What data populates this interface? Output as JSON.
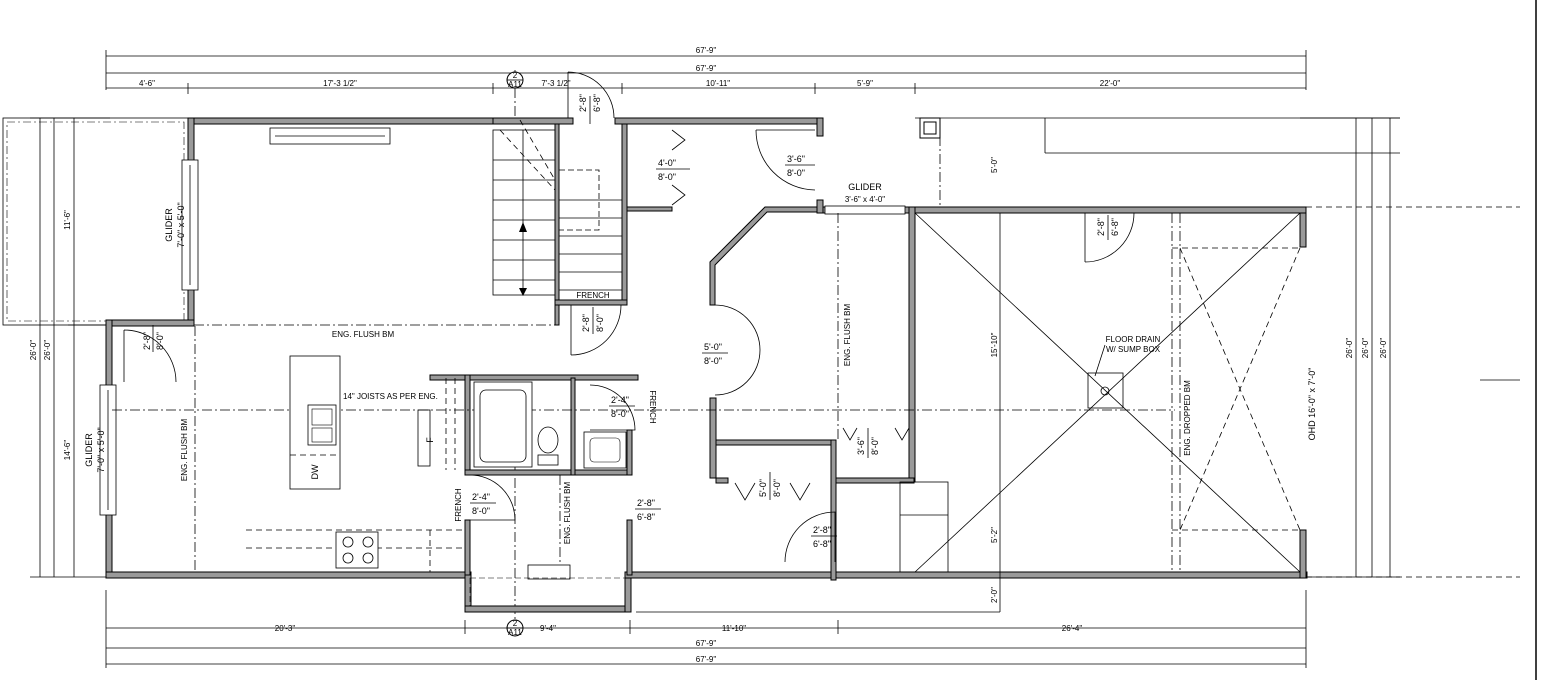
{
  "overall_dims": {
    "top_outer": "67'-9\"",
    "top_inner": "67'-9\"",
    "bottom_1": "67'-9\"",
    "bottom_2": "67'-9\""
  },
  "top_segments": [
    "4'-6\"",
    "17'-3 1/2\"",
    "7'-3 1/2\"",
    "10'-11\"",
    "5'-9\"",
    "22'-0\""
  ],
  "bottom_segments": [
    "20'-3\"",
    "9'-4\"",
    "11'-10\"",
    "26'-4\""
  ],
  "left_dims": [
    "11'-6\"",
    "14'-6\"",
    "26'-0\"",
    "26'-0\""
  ],
  "right_dims": [
    "26'-0\"",
    "26'-0\"",
    "26'-0\""
  ],
  "garage_dims": [
    "5'-0\"",
    "15'-10\"",
    "5'-2\"",
    "2'-0\""
  ],
  "section_marker": {
    "top": "2",
    "bottom": "A11"
  },
  "labels": {
    "glider_top": "GLIDER",
    "glider_top_size": "7'-0\" x 5'-0\"",
    "glider_bottom": "GLIDER",
    "glider_bottom_size": "7'-0\" x 5'-0\"",
    "glider_center": "GLIDER",
    "glider_center_size": "3'-6\" x 4'-0\"",
    "eng_flush_bm_1": "ENG. FLUSH BM",
    "eng_flush_bm_2": "ENG. FLUSH BM",
    "eng_flush_bm_3": "ENG. FLUSH BM",
    "eng_flush_bm_4": "ENG. FLUSH BM",
    "joists": "14\" JOISTS AS PER ENG.",
    "french_1": "FRENCH",
    "french_2": "FRENCH",
    "french_3": "FRENCH",
    "dw": "DW",
    "f": "F",
    "floor_drain_1": "FLOOR DRAIN",
    "floor_drain_2": "W/ SUMP BOX",
    "eng_dropped_bm": "ENG. DROPPED BM",
    "ohd": "OHD 16'-0\" x 7'-0\""
  },
  "door_tags": [
    {
      "w": "2'-8\"",
      "h": "6'-8\""
    },
    {
      "w": "4'-0\"",
      "h": "8'-0\""
    },
    {
      "w": "3'-6\"",
      "h": "8'-0\""
    },
    {
      "w": "2'-8\"",
      "h": "6'-8\""
    },
    {
      "w": "2'-8\"",
      "h": "8'-0\""
    },
    {
      "w": "2'-8\"",
      "h": "8'-0\""
    },
    {
      "w": "5'-0\"",
      "h": "8'-0\""
    },
    {
      "w": "2'-4\"",
      "h": "8'-0\""
    },
    {
      "w": "3'-6\"",
      "h": "8'-0\""
    },
    {
      "w": "5'-0\"",
      "h": "8'-0\""
    },
    {
      "w": "2'-4\"",
      "h": "8'-0\""
    },
    {
      "w": "2'-8\"",
      "h": "6'-8\""
    },
    {
      "w": "2'-8\"",
      "h": "6'-8\""
    }
  ]
}
